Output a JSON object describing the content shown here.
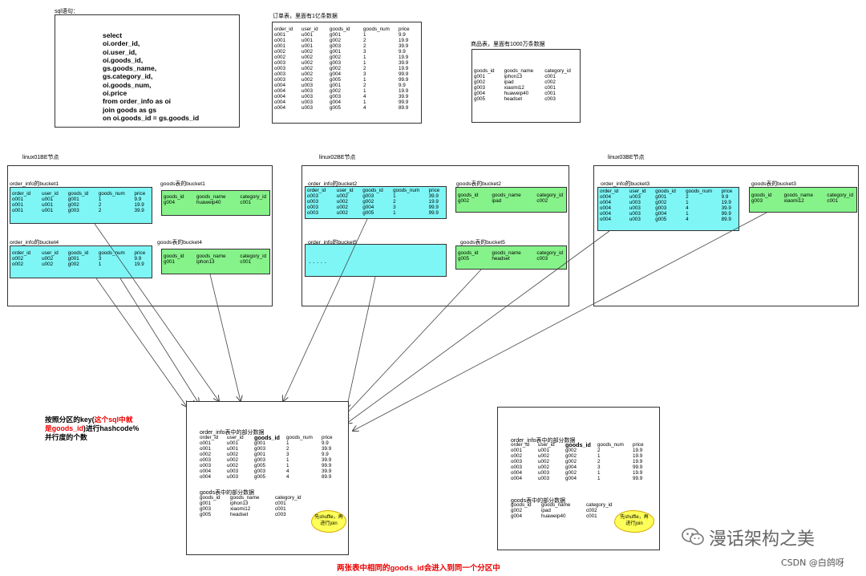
{
  "sql": {
    "label": "sql语句：",
    "lines": [
      "select",
      "oi.order_id,",
      "oi.user_id,",
      "oi.goods_id,",
      "gs.goods_name,",
      "gs.category_id,",
      "oi.goods_num,",
      "oi.price",
      "from order_info as oi",
      "join goods as gs",
      "on oi.goods_id = gs.goods_id"
    ]
  },
  "order_table": {
    "title": "订单表，里面有1亿条数据",
    "headers": [
      "order_id",
      "user_id",
      "goods_id",
      "goods_num",
      "price"
    ],
    "rows": [
      [
        "o001",
        "u001",
        "g001",
        "1",
        "9.9"
      ],
      [
        "o001",
        "u001",
        "g002",
        "2",
        "19.9"
      ],
      [
        "o001",
        "u001",
        "g003",
        "2",
        "39.9"
      ],
      [
        "o002",
        "u002",
        "g001",
        "3",
        "9.9"
      ],
      [
        "o002",
        "u002",
        "g002",
        "1",
        "19.9"
      ],
      [
        "o003",
        "u002",
        "g003",
        "1",
        "39.9"
      ],
      [
        "o003",
        "u002",
        "g002",
        "2",
        "19.9"
      ],
      [
        "o003",
        "u002",
        "g004",
        "3",
        "99.9"
      ],
      [
        "o003",
        "u002",
        "g005",
        "1",
        "99.9"
      ],
      [
        "o004",
        "u003",
        "g001",
        "2",
        "9.9"
      ],
      [
        "o004",
        "u003",
        "g002",
        "1",
        "19.9"
      ],
      [
        "o004",
        "u003",
        "g003",
        "4",
        "39.9"
      ],
      [
        "o004",
        "u003",
        "g004",
        "1",
        "99.9"
      ],
      [
        "o004",
        "u003",
        "g005",
        "4",
        "89.9"
      ]
    ]
  },
  "goods_table": {
    "title": "商品表，里面有1000万条数据",
    "headers": [
      "goods_id",
      "goods_name",
      "category_id"
    ],
    "rows": [
      [
        "g001",
        "iphon13",
        "c001"
      ],
      [
        "g002",
        "ipad",
        "c002"
      ],
      [
        "g003",
        "xiaomi12",
        "c001"
      ],
      [
        "g004",
        "huaweip40",
        "c001"
      ],
      [
        "g005",
        "headset",
        "c003"
      ]
    ]
  },
  "nodes": [
    {
      "label": "linux01BE节点",
      "buckets": [
        {
          "title": "order_info的bucket1",
          "kind": "order",
          "headers": [
            "order_id",
            "user_id",
            "goods_id",
            "goods_num",
            "price"
          ],
          "rows": [
            [
              "o001",
              "u001",
              "g001",
              "1",
              "9.9"
            ],
            [
              "o001",
              "u001",
              "g002",
              "2",
              "19.9"
            ],
            [
              "o001",
              "u001",
              "g003",
              "2",
              "39.9"
            ]
          ]
        },
        {
          "title": "goods表的bucket1",
          "kind": "goods",
          "headers": [
            "goods_id",
            "goods_name",
            "category_id"
          ],
          "rows": [
            [
              "g004",
              "huaweip40",
              "c001"
            ]
          ]
        },
        {
          "title": "order_info的bucket4",
          "kind": "order",
          "headers": [
            "order_id",
            "user_id",
            "goods_id",
            "goods_num",
            "price"
          ],
          "rows": [
            [
              "o002",
              "u002",
              "g001",
              "3",
              "9.9"
            ],
            [
              "o002",
              "u002",
              "g002",
              "1",
              "19.9"
            ]
          ]
        },
        {
          "title": "goods表的bucket4",
          "kind": "goods",
          "headers": [
            "goods_id",
            "goods_name",
            "category_id"
          ],
          "rows": [
            [
              "g001",
              "iphon13",
              "c001"
            ]
          ]
        }
      ]
    },
    {
      "label": "linux02BE节点",
      "buckets": [
        {
          "title": "order_info的bucket2",
          "kind": "order",
          "headers": [
            "order_id",
            "user_id",
            "goods_id",
            "goods_num",
            "price"
          ],
          "rows": [
            [
              "o003",
              "u002",
              "g003",
              "1",
              "39.9"
            ],
            [
              "o003",
              "u002",
              "g002",
              "2",
              "19.9"
            ],
            [
              "o003",
              "u002",
              "g004",
              "3",
              "99.9"
            ],
            [
              "o003",
              "u002",
              "g005",
              "1",
              "99.9"
            ]
          ]
        },
        {
          "title": "goods表的bucket2",
          "kind": "goods",
          "headers": [
            "goods_id",
            "goods_name",
            "category_id"
          ],
          "rows": [
            [
              "g002",
              "ipad",
              "c002"
            ]
          ]
        },
        {
          "title": "order_info的bucket5",
          "kind": "order",
          "placeholder": "· · · · ·"
        },
        {
          "title": "goods表的bucket5",
          "kind": "goods",
          "headers": [
            "goods_id",
            "goods_name",
            "category_id"
          ],
          "rows": [
            [
              "g005",
              "headset",
              "c003"
            ]
          ]
        }
      ]
    },
    {
      "label": "linux03BE节点",
      "buckets": [
        {
          "title": "order_info的bucket3",
          "kind": "order",
          "headers": [
            "order_id",
            "user_id",
            "goods_id",
            "goods_num",
            "price"
          ],
          "rows": [
            [
              "o004",
              "u003",
              "g001",
              "2",
              "9.9"
            ],
            [
              "o004",
              "u003",
              "g002",
              "1",
              "19.9"
            ],
            [
              "o004",
              "u003",
              "g003",
              "4",
              "39.9"
            ],
            [
              "o004",
              "u003",
              "g004",
              "1",
              "99.9"
            ],
            [
              "o004",
              "u003",
              "g005",
              "4",
              "89.9"
            ]
          ]
        },
        {
          "title": "goods表的bucket3",
          "kind": "goods",
          "headers": [
            "goods_id",
            "goods_name",
            "category_id"
          ],
          "rows": [
            [
              "g003",
              "xiaomi12",
              "c001"
            ]
          ]
        }
      ]
    }
  ],
  "partitions": [
    {
      "order_title": "order_info表中的部分数据",
      "order_headers": [
        "order_id",
        "user_id",
        "goods_id",
        "goods_num",
        "price"
      ],
      "order_rows": [
        [
          "o001",
          "u001",
          "g001",
          "1",
          "9.9"
        ],
        [
          "o001",
          "u001",
          "g003",
          "2",
          "39.9"
        ],
        [
          "o002",
          "u002",
          "g001",
          "3",
          "9.9"
        ],
        [
          "o003",
          "u002",
          "g003",
          "1",
          "39.9"
        ],
        [
          "o003",
          "u002",
          "g005",
          "1",
          "99.9"
        ],
        [
          "o004",
          "u003",
          "g003",
          "4",
          "39.9"
        ],
        [
          "o004",
          "u003",
          "g005",
          "4",
          "89.9"
        ]
      ],
      "goods_title": "goods表中的部分数据",
      "goods_headers": [
        "goods_id",
        "goods_name",
        "category_id"
      ],
      "goods_rows": [
        [
          "g001",
          "iphon13",
          "c001"
        ],
        [
          "g003",
          "xiaomi12",
          "c001"
        ],
        [
          "g005",
          "headset",
          "c003"
        ]
      ],
      "cloud": [
        "先shuffle，再",
        "进行join"
      ]
    },
    {
      "order_title": "order_info表中的部分数据",
      "order_headers": [
        "order_id",
        "user_id",
        "goods_id",
        "goods_num",
        "price"
      ],
      "order_rows": [
        [
          "o001",
          "u001",
          "g002",
          "2",
          "19.9"
        ],
        [
          "o002",
          "u002",
          "g002",
          "1",
          "19.9"
        ],
        [
          "o003",
          "u002",
          "g002",
          "2",
          "19.9"
        ],
        [
          "o003",
          "u002",
          "g004",
          "3",
          "99.9"
        ],
        [
          "o004",
          "u003",
          "g002",
          "1",
          "19.9"
        ],
        [
          "o004",
          "u003",
          "g004",
          "1",
          "99.9"
        ]
      ],
      "goods_title": "goods表中的部分数据",
      "goods_headers": [
        "goods_id",
        "goods_name",
        "category_id"
      ],
      "goods_rows": [
        [
          "g002",
          "ipad",
          "c002"
        ],
        [
          "g004",
          "huaweip40",
          "c001"
        ]
      ],
      "cloud": [
        "先shuffle，再",
        "进行join"
      ]
    }
  ],
  "notes": {
    "line1_a": "按照分区的key(",
    "line1_b": "这个sql中就",
    "line2_a": "是goods_id",
    "line2_b": ")进行hashcode%",
    "line3": "并行度的个数"
  },
  "caption": "两张表中相同的goods_id会进入到同一个分区中",
  "watermark": {
    "main": "漫话架构之美",
    "csdn": "CSDN @白鸽呀"
  },
  "colors": {
    "order_bucket": "#7ff6f6",
    "goods_bucket": "#86f38a",
    "highlight": "#e00000",
    "cloud": "#ffff59"
  }
}
